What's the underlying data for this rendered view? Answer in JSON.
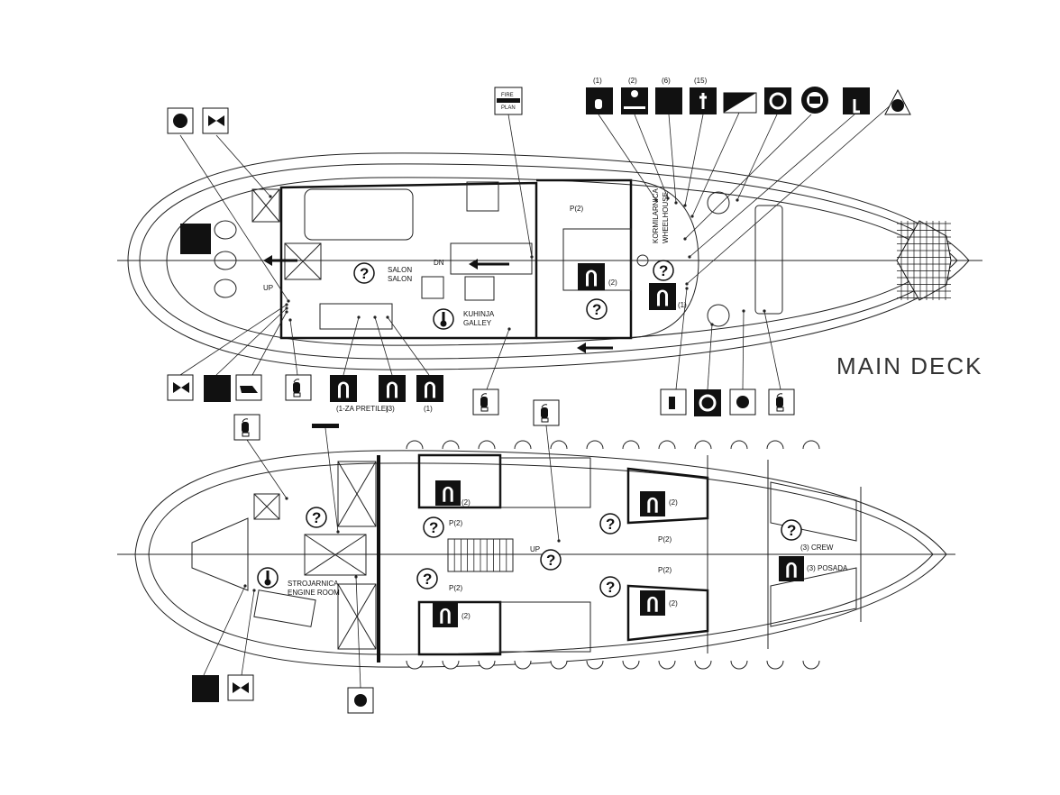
{
  "title": "MAIN DECK",
  "legend_top": {
    "fire_plan_line1": "FIRE",
    "fire_plan_line2": "PLAN",
    "counts": [
      "(1)",
      "(2)",
      "(6)",
      "(15)"
    ]
  },
  "main_deck": {
    "cabin_label": "P(2)",
    "wheelhouse_hr": "KORMILARNICA",
    "wheelhouse_en": "WHEELHOUSE",
    "lifebuoy_count_cabin": "(2)",
    "lifebuoy_count_wheelhouse": "(1)",
    "salon_hr": "SALON",
    "salon_en": "SALON",
    "stairs_dn": "DN",
    "stairs_up": "UP",
    "galley_hr": "KUHINJA",
    "galley_en": "GALLEY",
    "lifebuoy_labels": [
      "(1-ZA PRETILE)",
      "(3)",
      "(1)"
    ]
  },
  "lower_deck": {
    "engine_hr": "STROJARNICA",
    "engine_en": "ENGINE ROOM",
    "cabin_labels": [
      "P(2)",
      "P(2)",
      "P(2)",
      "P(2)"
    ],
    "lifejacket_counts": [
      "(2)",
      "(2)",
      "(2)",
      "(2)"
    ],
    "stairs_up": "UP",
    "crew_label": "(3) CREW",
    "posada_label": "(3) POSADA"
  },
  "icons": [
    "fire-extinguisher-icon",
    "lifebuoy-icon",
    "lifejacket-icon",
    "question-mark-icon",
    "thermometer-icon",
    "valve-icon",
    "fire-pump-icon",
    "fire-alarm-icon",
    "manual-call-point-icon",
    "fire-door-icon",
    "breathing-apparatus-icon",
    "fireman-suit-icon"
  ],
  "colors": {
    "line": "#222222",
    "symbol": "#111111",
    "background": "#ffffff"
  }
}
